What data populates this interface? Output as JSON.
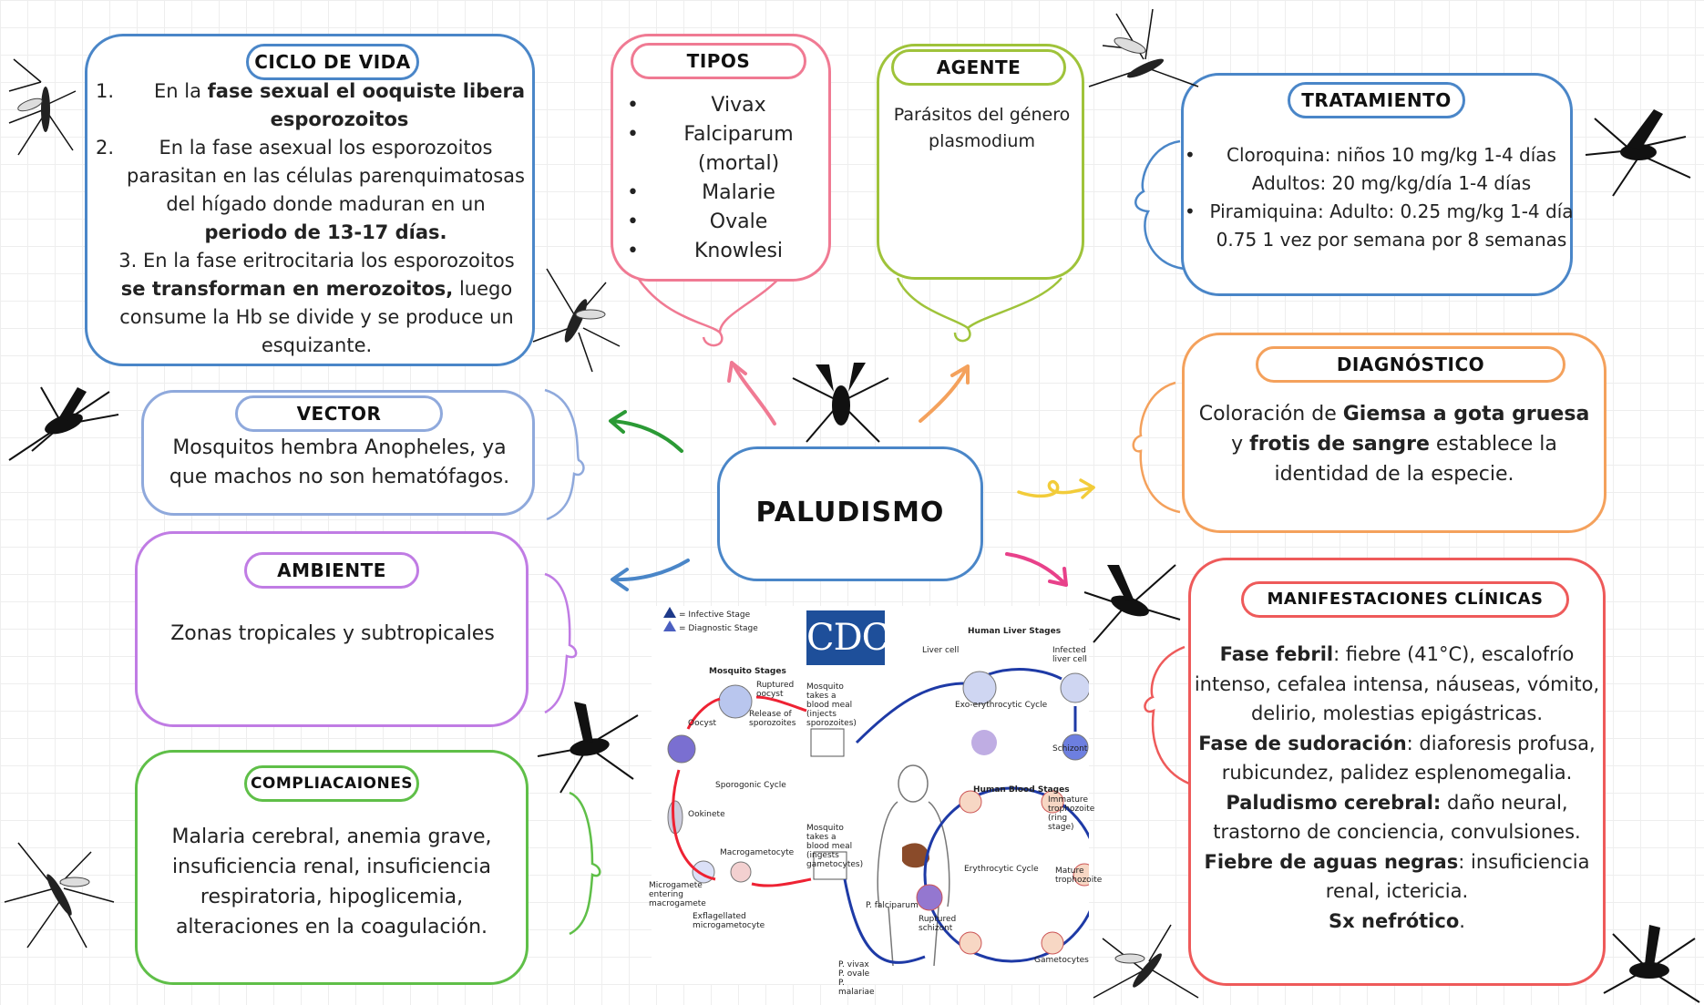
{
  "title": "PALUDISMO",
  "ciclo": {
    "heading": "CICLO DE VIDA",
    "items": [
      {
        "num": "1.",
        "pre": "En la ",
        "bold": "fase sexual el ooquiste libera esporozoitos",
        "post": ""
      },
      {
        "num": "2.",
        "pre": "En la fase asexual los esporozoitos parasitan en las células parenquimatosas del hígado donde maduran en un ",
        "bold": "periodo de 13-17 días.",
        "post": ""
      },
      {
        "num": "3.",
        "pre": "En la fase eritrocitaria los esporozoitos ",
        "bold": "se transforman en merozoitos,",
        "post": " luego consume la Hb se divide  y se produce un esquizante."
      }
    ]
  },
  "tipos": {
    "heading": "TIPOS",
    "items": [
      "Vivax",
      "Falciparum (mortal)",
      "Malarie",
      "Ovale",
      "Knowlesi"
    ]
  },
  "agente": {
    "heading": "AGENTE",
    "text": "Parásitos del género plasmodium"
  },
  "tratamiento": {
    "heading": "TRATAMIENTO",
    "items": [
      {
        "line1": "Cloroquina: niños 10 mg/kg 1-4 días",
        "line2": "Adultos: 20 mg/kg/día 1-4 días"
      },
      {
        "line1": "Piramiquina: Adulto: 0.25 mg/kg 1-4 día",
        "line2": "0.75 1 vez por semana por 8 semanas"
      }
    ]
  },
  "vector": {
    "heading": "VECTOR",
    "text": "Mosquitos hembra Anopheles, ya que machos no son hematófagos."
  },
  "diagnostico": {
    "heading": "DIAGNÓSTICO",
    "pre": "Coloración de ",
    "bold1": "Giemsa a gota gruesa",
    "mid": " y ",
    "bold2": "frotis de sangre",
    "post": " establece la identidad de la especie."
  },
  "ambiente": {
    "heading": "AMBIENTE",
    "text": "Zonas tropicales y subtropicales"
  },
  "complicaciones": {
    "heading": "COMPLIACAIONES",
    "text": "Malaria cerebral, anemia grave, insuficiencia renal, insuficiencia respiratoria, hipoglicemia, alteraciones en la coagulación."
  },
  "manifestaciones": {
    "heading": "MANIFESTACIONES CLÍNICAS",
    "items": [
      {
        "bold": "Fase febril",
        "text": ": fiebre (41°C), escalofrío intenso, cefalea intensa, náuseas, vómito, delirio, molestias epigástricas."
      },
      {
        "bold": "Fase de sudoración",
        "text": ": diaforesis profusa, rubicundez, palidez esplenomegalia."
      },
      {
        "bold": "Paludismo cerebral:",
        "text": " daño neural, trastorno de conciencia, convulsiones."
      },
      {
        "bold": "Fiebre de aguas negras",
        "text": ": insuficiencia renal, ictericia."
      },
      {
        "bold": "Sx nefrótico",
        "text": "."
      }
    ]
  },
  "cdc": {
    "logo": "CDC",
    "legend1": "= Infective Stage",
    "legend2": "= Diagnostic Stage",
    "mosquito_stages": "Mosquito Stages",
    "liver_stages": "Human Liver Stages",
    "blood_stages": "Human Blood Stages",
    "sporogonic": "Sporogonic Cycle",
    "exo": "Exo-erythrocytic Cycle",
    "erythro": "Erythrocytic Cycle",
    "liver_cell": "Liver cell",
    "infected_liver_cell": "Infected liver cell",
    "ruptured_oocyst": "Ruptured oocyst",
    "release": "Release of sporozoites",
    "oocyst": "Oocyst",
    "ookinete": "Ookinete",
    "macrogametocyte": "Macrogametocyte",
    "microgamete": "Microgamete entering macrogamete",
    "exflagellated": "Exflagellated microgametocyte",
    "meal1": "Mosquito takes a blood meal (injects sporozoites)",
    "meal2": "Mosquito takes a blood meal (ingests gametocytes)",
    "schizont": "Schizont",
    "ruptured_schizont": "Ruptured schizont",
    "immature": "Immature trophozoite (ring stage)",
    "mature": "Mature trophozoite",
    "gametocytes": "Gametocytes",
    "species": "P. vivax P. ovale P. malariae",
    "falciparum": "P. falciparum"
  },
  "colors": {
    "ciclo": "#4a86c8",
    "tipos": "#f07a93",
    "agente": "#9fc33a",
    "tratamiento": "#4a86c8",
    "vector": "#8fa9dc",
    "diagnostico": "#f4a15c",
    "ambiente": "#c07ce4",
    "complicaciones": "#5fbf48",
    "manifestaciones": "#ee5a5a",
    "center": "#4a86c8"
  }
}
